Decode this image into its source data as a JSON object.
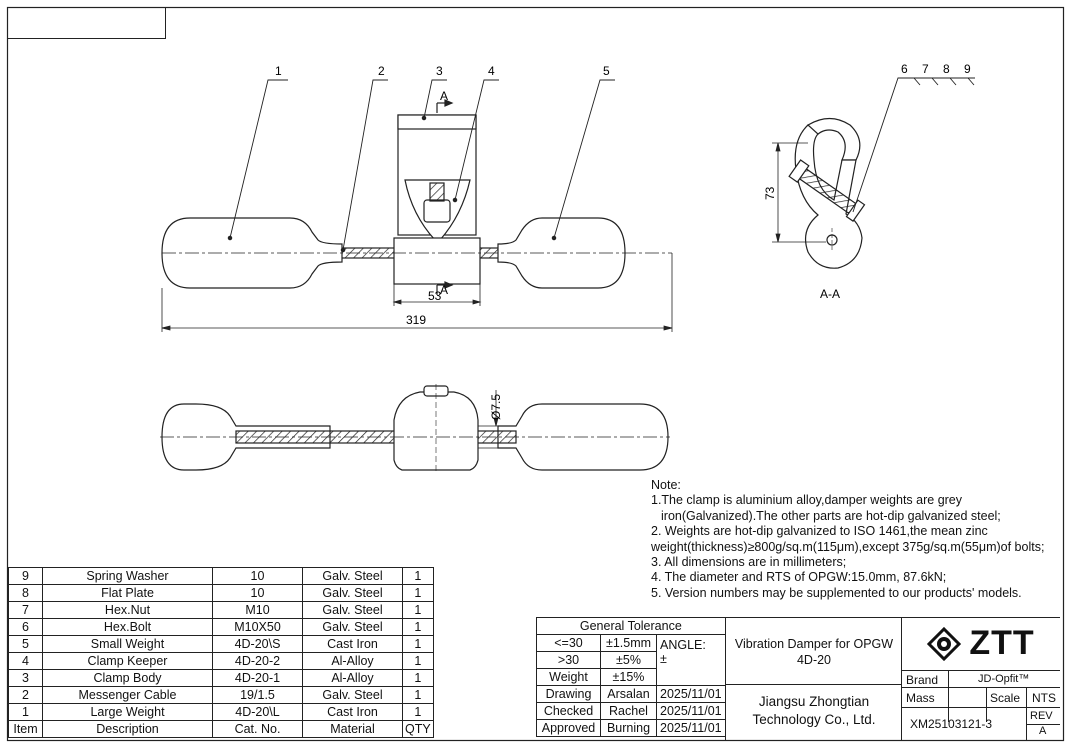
{
  "drawing": {
    "balloons": [
      "1",
      "2",
      "3",
      "4",
      "5",
      "6",
      "7",
      "8",
      "9"
    ],
    "section_marks": [
      "A",
      "A"
    ],
    "section_label": "A-A",
    "dimensions": {
      "overall_length": "319",
      "body_width": "53",
      "side_height": "73",
      "cable_diameter": "Ø7.5"
    }
  },
  "bom": {
    "rows": [
      {
        "item": "9",
        "description": "Spring Washer",
        "cat": "10",
        "material": "Galv. Steel",
        "qty": "1"
      },
      {
        "item": "8",
        "description": "Flat Plate",
        "cat": "10",
        "material": "Galv. Steel",
        "qty": "1"
      },
      {
        "item": "7",
        "description": "Hex.Nut",
        "cat": "M10",
        "material": "Galv. Steel",
        "qty": "1"
      },
      {
        "item": "6",
        "description": "Hex.Bolt",
        "cat": "M10X50",
        "material": "Galv. Steel",
        "qty": "1"
      },
      {
        "item": "5",
        "description": "Small Weight",
        "cat": "4D-20\\S",
        "material": "Cast Iron",
        "qty": "1"
      },
      {
        "item": "4",
        "description": "Clamp Keeper",
        "cat": "4D-20-2",
        "material": "Al-Alloy",
        "qty": "1"
      },
      {
        "item": "3",
        "description": "Clamp Body",
        "cat": "4D-20-1",
        "material": "Al-Alloy",
        "qty": "1"
      },
      {
        "item": "2",
        "description": "Messenger Cable",
        "cat": "19/1.5",
        "material": "Galv. Steel",
        "qty": "1"
      },
      {
        "item": "1",
        "description": "Large Weight",
        "cat": "4D-20\\L",
        "material": "Cast Iron",
        "qty": "1"
      }
    ],
    "header": {
      "item": "Item",
      "description": "Description",
      "cat": "Cat. No.",
      "material": "Material",
      "qty": "QTY"
    }
  },
  "notes": {
    "title": "Note:",
    "lines": [
      "1.The clamp is aluminium alloy,damper weights are grey",
      "   iron(Galvanized).The other parts are hot-dip galvanized steel;",
      "2. Weights are hot-dip galvanized to ISO 1461,the mean zinc",
      "weight(thickness)≥800g/sq.m(115μm),except 375g/sq.m(55μm)of bolts;",
      "3. All dimensions are in millimeters;",
      "4. The diameter and RTS of OPGW:15.0mm, 87.6kN;",
      "5. Version numbers may be supplemented to our products' models."
    ]
  },
  "tolerance": {
    "title": "General Tolerance",
    "r1": {
      "range": "<=30",
      "value": "±1.5mm"
    },
    "r2": {
      "range": ">30",
      "value": "±5%"
    },
    "angle_label": "ANGLE:",
    "angle_value": "±",
    "weight": {
      "label": "Weight",
      "value": "±15%"
    }
  },
  "approvals": [
    {
      "role": "Drawing",
      "name": "Arsalan",
      "date": "2025/11/01"
    },
    {
      "role": "Checked",
      "name": "Rachel",
      "date": "2025/11/01"
    },
    {
      "role": "Approved",
      "name": "Burning",
      "date": "2025/11/01"
    }
  ],
  "title_block": {
    "title_line1": "Vibration Damper for OPGW",
    "title_line2": "4D-20",
    "company_line1": "Jiangsu Zhongtian",
    "company_line2": "Technology Co., Ltd.",
    "logo_text": "ZTT",
    "brand_label": "Brand",
    "brand_value": "JD-Opfit™",
    "mass_label": "Mass",
    "mass_value": "",
    "scale_label": "Scale",
    "scale_value": "NTS",
    "drawing_no": "XM25103121-3",
    "rev_label": "REV",
    "rev_value": "A"
  },
  "colors": {
    "line": "#222222",
    "paper": "#ffffff"
  }
}
